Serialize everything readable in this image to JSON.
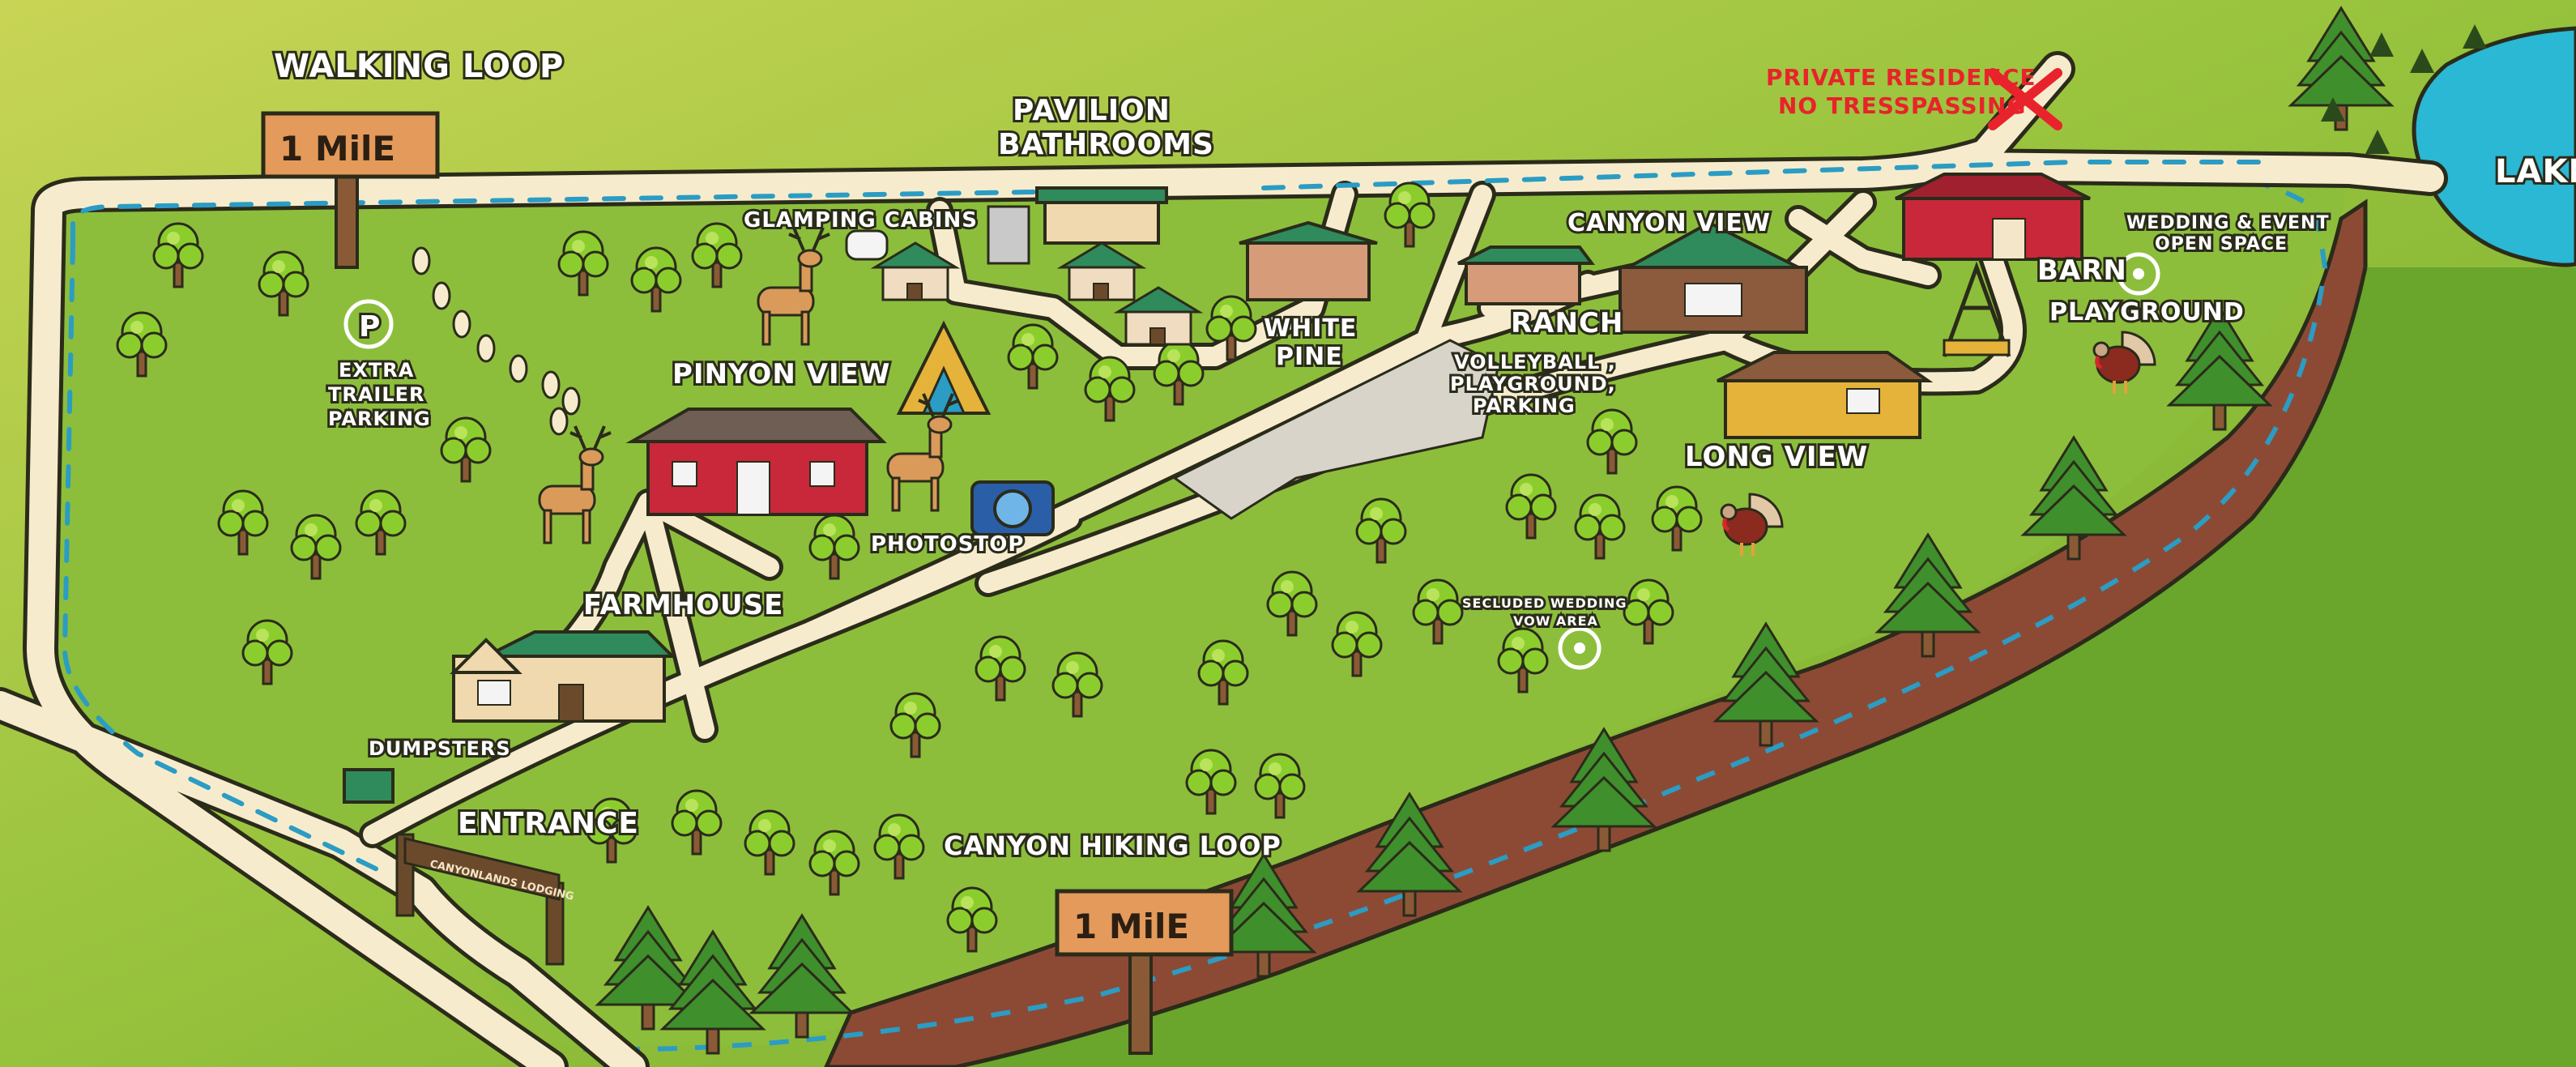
{
  "map": {
    "labels": {
      "walking_loop": "WALKING LOOP",
      "walking_sign": "1 MilE",
      "pavilion": "PAVILION",
      "bathrooms": "BATHROOMS",
      "private_1": "PRIVATE RESIDENCE",
      "private_2": "NO TRESSPASSING",
      "lake": "LAKE",
      "glamping": "GLAMPING CABINS",
      "canyon_view": "CANYON VIEW",
      "wedding_1": "WEDDING & EVENT",
      "wedding_2": "OPEN SPACE",
      "barn": "BARN",
      "playground": "PLAYGROUND",
      "extra_1": "EXTRA",
      "extra_2": "TRAILER",
      "extra_3": "PARKING",
      "parking_symbol": "P",
      "pinyon_view": "PINYON VIEW",
      "white_1": "WHITE",
      "white_2": "PINE",
      "ranch": "RANCH",
      "volley_1": "VOLLEYBALL ,",
      "volley_2": "PLAYGROUND,",
      "volley_3": "PARKING",
      "long_view": "LONG VIEW",
      "photostop": "PHOTOSTOP",
      "farmhouse": "FARMHOUSE",
      "secluded_1": "SECLUDED WEDDING",
      "secluded_2": "VOW AREA",
      "dumpsters": "DUMPSTERS",
      "entrance": "ENTRANCE",
      "lodge_sign": "CANYONLANDS LODGING",
      "canyon_hiking": "CANYON HIKING LOOP",
      "hiking_sign": "1 MilE"
    },
    "colors": {
      "grass_light": "#b6cf4c",
      "grass_dark": "#6ea82c",
      "path": "#f6eccd",
      "trail_dash": "#2b9cc4",
      "water": "#2ab8d4",
      "cliff": "#8c4a35",
      "tree": "#8ccd2e",
      "pine": "#3f8f2c",
      "warning": "#e8232b"
    }
  }
}
